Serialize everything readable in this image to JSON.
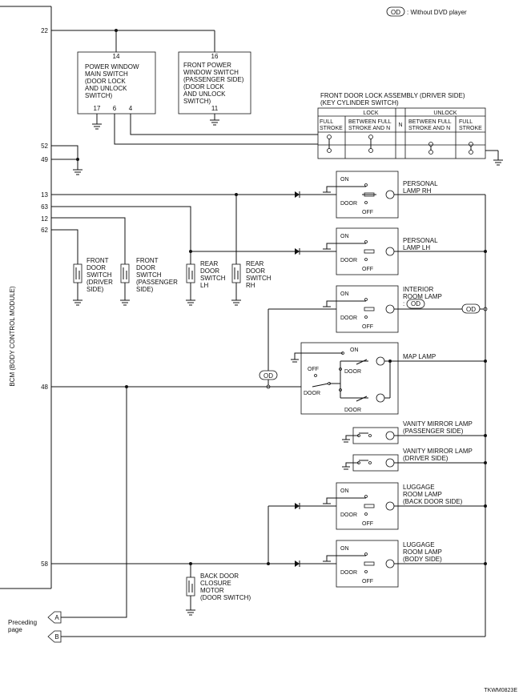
{
  "legend": {
    "badge": "OD",
    "text": ": Without DVD player"
  },
  "bcm": {
    "label": "BCM (BODY CONTROL MODULE)"
  },
  "pins": {
    "p22": "22",
    "p52": "52",
    "p49": "49",
    "p13": "13",
    "p63": "63",
    "p12": "12",
    "p62": "62",
    "p48": "48",
    "p58": "58"
  },
  "power_window_main": {
    "pin_top": "14",
    "lines": [
      "POWER WINDOW",
      "MAIN SWITCH",
      "(DOOR LOCK",
      " AND UNLOCK",
      " SWITCH)"
    ],
    "pin17": "17",
    "pin6": "6",
    "pin4": "4"
  },
  "front_power_window": {
    "pin_top": "16",
    "lines": [
      "FRONT POWER",
      "WINDOW SWITCH",
      "(PASSENGER SIDE)",
      "(DOOR LOCK",
      " AND UNLOCK",
      " SWITCH)"
    ],
    "pin_bottom": "11"
  },
  "door_lock_assembly": {
    "title1": "FRONT DOOR LOCK ASSEMBLY (DRIVER SIDE)",
    "title2": "(KEY CYLINDER SWITCH)",
    "lock": "LOCK",
    "unlock": "UNLOCK",
    "n": "N",
    "full1": "FULL",
    "stroke1": "STROKE",
    "between1a": "BETWEEN FULL",
    "between1b": "STROKE AND N",
    "between2a": "BETWEEN FULL",
    "between2b": "STROKE AND N",
    "full2": "FULL",
    "stroke2": "STROKE"
  },
  "door_switches": [
    {
      "lines": [
        "FRONT",
        "DOOR",
        "SWITCH",
        "(DRIVER",
        " SIDE)"
      ]
    },
    {
      "lines": [
        "FRONT",
        "DOOR",
        "SWITCH",
        "(PASSENGER",
        " SIDE)"
      ]
    },
    {
      "lines": [
        "REAR",
        "DOOR",
        "SWITCH",
        "LH"
      ]
    },
    {
      "lines": [
        "REAR",
        "DOOR",
        "SWITCH",
        "RH"
      ]
    }
  ],
  "lamps": {
    "personal_rh": {
      "lines": [
        "PERSONAL",
        "LAMP RH"
      ],
      "on": "ON",
      "door": "DOOR",
      "off": "OFF"
    },
    "personal_lh": {
      "lines": [
        "PERSONAL",
        "LAMP LH"
      ],
      "on": "ON",
      "door": "DOOR",
      "off": "OFF"
    },
    "interior": {
      "lines": [
        "INTERIOR",
        "ROOM LAMP",
        ":"
      ],
      "badge": "OD",
      "on": "ON",
      "door": "DOOR",
      "off": "OFF"
    },
    "map": {
      "title": "MAP LAMP",
      "on": "ON",
      "off": "OFF",
      "door1": "DOOR",
      "door2": "DOOR",
      "door3": "DOOR"
    },
    "vanity_pass": {
      "lines": [
        "VANITY MIRROR LAMP",
        "(PASSENGER SIDE)"
      ]
    },
    "vanity_drv": {
      "lines": [
        "VANITY MIRROR LAMP",
        "(DRIVER SIDE)"
      ]
    },
    "luggage_back": {
      "lines": [
        "LUGGAGE",
        "ROOM LAMP",
        "(BACK DOOR SIDE)"
      ],
      "on": "ON",
      "door": "DOOR",
      "off": "OFF"
    },
    "luggage_body": {
      "lines": [
        "LUGGAGE",
        "ROOM LAMP",
        "(BODY SIDE)"
      ],
      "on": "ON",
      "door": "DOOR",
      "off": "OFF"
    }
  },
  "od_badges": {
    "left": "OD",
    "right": "OD"
  },
  "back_door_motor": {
    "lines": [
      "BACK DOOR",
      "CLOSURE",
      "MOTOR",
      "(DOOR SWITCH)"
    ]
  },
  "connectors": {
    "preceding1": "Preceding",
    "preceding2": "page",
    "a": "A",
    "b": "B"
  },
  "figure_id": "TKWM0823E"
}
